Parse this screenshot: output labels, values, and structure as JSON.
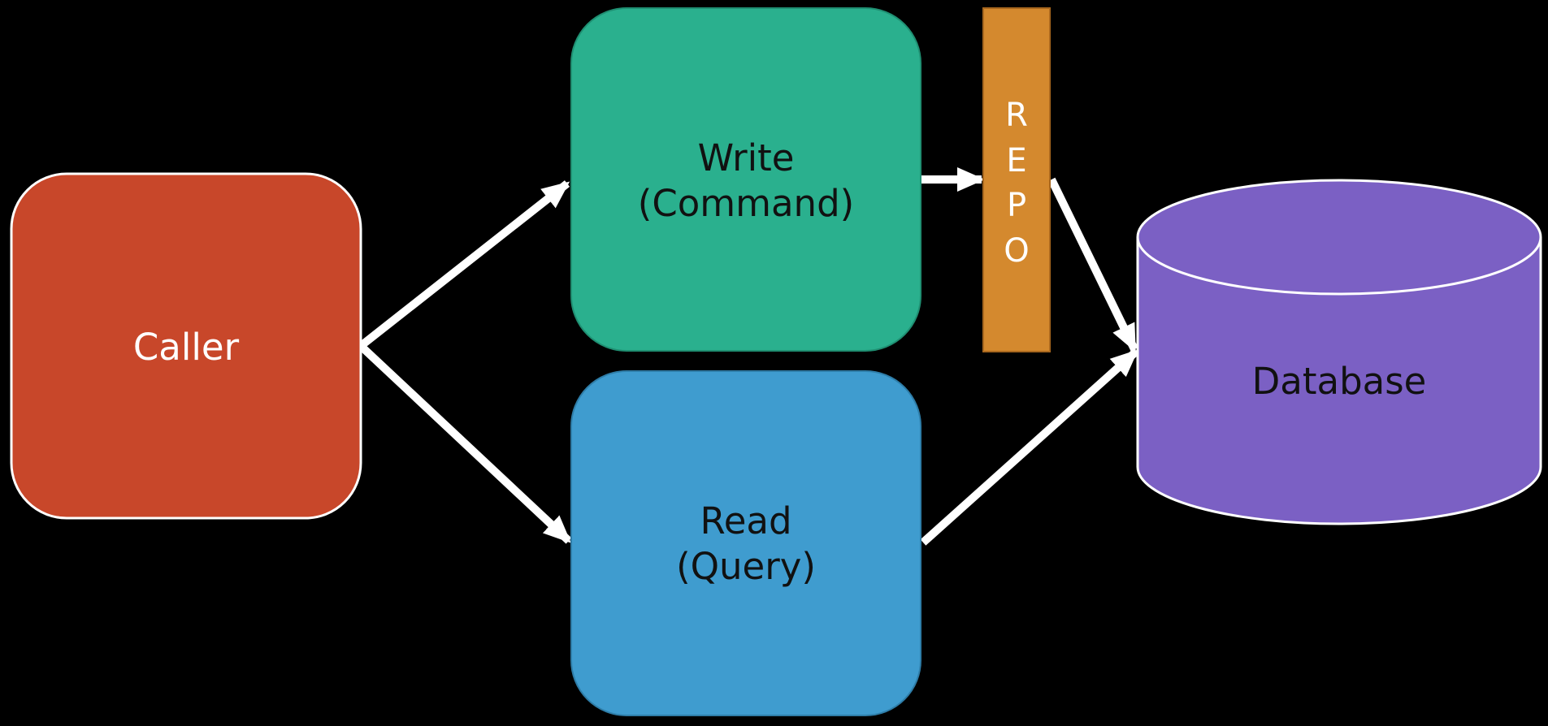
{
  "diagram": {
    "nodes": {
      "caller": {
        "label": "Caller"
      },
      "write": {
        "line1": "Write",
        "line2": "(Command)"
      },
      "read": {
        "line1": "Read",
        "line2": "(Query)"
      },
      "repo": {
        "letters": [
          "R",
          "E",
          "P",
          "O"
        ]
      },
      "database": {
        "label": "Database"
      }
    },
    "edges": [
      {
        "from": "caller",
        "to": "write"
      },
      {
        "from": "caller",
        "to": "read"
      },
      {
        "from": "write",
        "to": "repo"
      },
      {
        "from": "repo",
        "to": "database"
      },
      {
        "from": "read",
        "to": "database"
      }
    ],
    "colors": {
      "background": "#000000",
      "caller": "#C8472A",
      "write": "#2AB08E",
      "read": "#3F9CCF",
      "repo": "#D4892E",
      "database": "#7B60C4",
      "arrow": "#FFFFFF",
      "caller_text": "#FFFFFF",
      "node_text": "#111111",
      "repo_text": "#FFFFFF"
    }
  }
}
